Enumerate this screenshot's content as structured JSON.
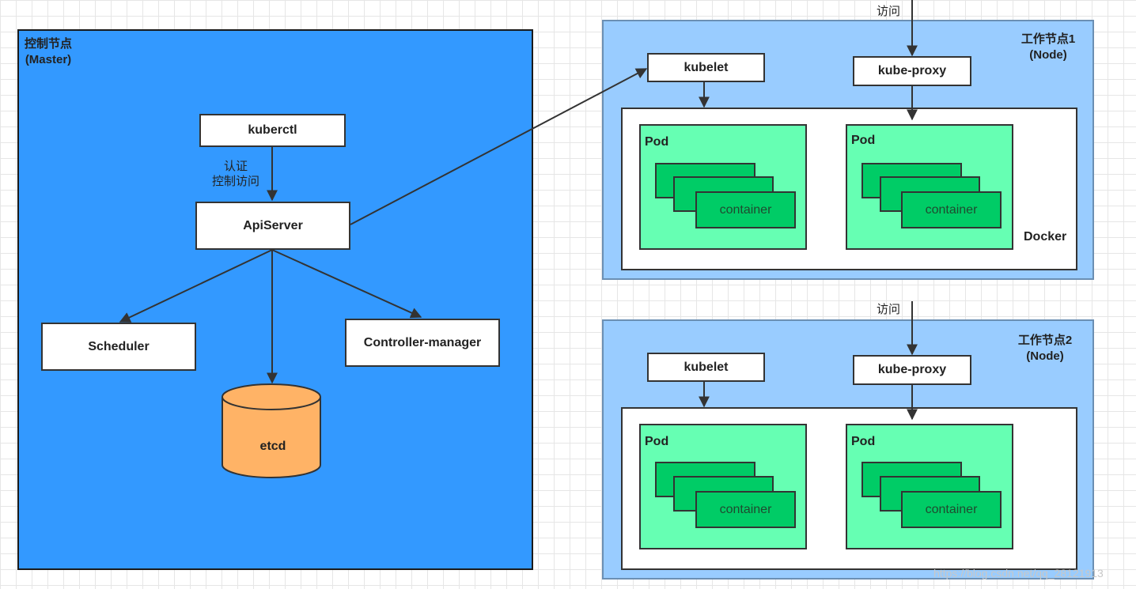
{
  "master": {
    "title_line1": "控制节点",
    "title_line2": "(Master)",
    "kubectl": "kuberctl",
    "auth_note_line1": "认证",
    "auth_note_line2": "控制访问",
    "apiserver": "ApiServer",
    "scheduler": "Scheduler",
    "controller_manager": "Controller-manager",
    "etcd": "etcd"
  },
  "nodes": [
    {
      "title_line1": "工作节点1",
      "title_line2": "(Node)",
      "access_label": "访问",
      "kubelet": "kubelet",
      "kube_proxy": "kube-proxy",
      "docker_label": "Docker",
      "pods": [
        {
          "label": "Pod",
          "container_label": "container"
        },
        {
          "label": "Pod",
          "container_label": "container"
        }
      ]
    },
    {
      "title_line1": "工作节点2",
      "title_line2": "(Node)",
      "access_label": "访问",
      "kubelet": "kubelet",
      "kube_proxy": "kube-proxy",
      "docker_label": "",
      "pods": [
        {
          "label": "Pod",
          "container_label": "container"
        },
        {
          "label": "Pod",
          "container_label": "container"
        }
      ]
    }
  ],
  "watermark": "https://blog.csdn.net/qq_28121913",
  "colors": {
    "master_bg": "#3399ff",
    "node_bg": "#99ccff",
    "pod_bg": "#66ffb3",
    "container_bg": "#00cc66",
    "etcd_bg": "#ffb366"
  }
}
